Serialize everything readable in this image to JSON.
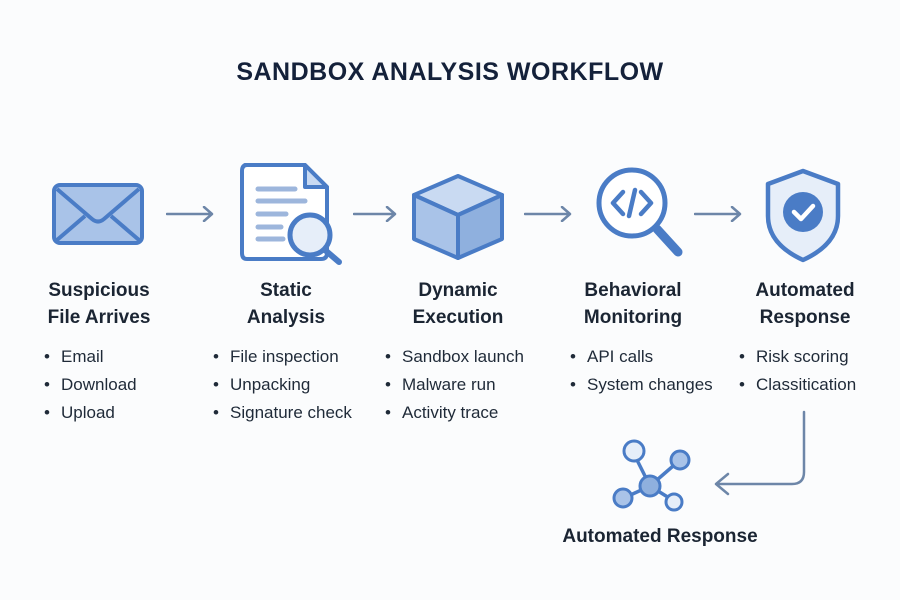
{
  "title": "SANDBOX ANALYSIS WORKFLOW",
  "colors": {
    "accent": "#4a7cc6",
    "fill_light": "#a9c3e8",
    "fill_pale": "#e6eef9",
    "arrow": "#6d86a8",
    "text": "#1b2533"
  },
  "stages": [
    {
      "icon": "envelope-icon",
      "title_line1": "Suspicious",
      "title_line2": "File Arrives",
      "bullets": [
        "Email",
        "Download",
        "Upload"
      ]
    },
    {
      "icon": "document-search-icon",
      "title_line1": "Static",
      "title_line2": "Analysis",
      "bullets": [
        "File inspection",
        "Unpacking",
        "Signature check"
      ]
    },
    {
      "icon": "cube-icon",
      "title_line1": "Dynamic",
      "title_line2": "Execution",
      "bullets": [
        "Sandbox launch",
        "Malware run",
        "Activity trace"
      ]
    },
    {
      "icon": "code-magnifier-icon",
      "title_line1": "Behavioral",
      "title_line2": "Monitoring",
      "bullets": [
        "API calls",
        "System changes"
      ]
    },
    {
      "icon": "shield-check-icon",
      "title_line1": "Automated",
      "title_line2": "Response",
      "bullets": [
        "Risk scoring",
        "Classitication"
      ]
    }
  ],
  "output": {
    "icon": "network-nodes-icon",
    "label": "Automated Response"
  }
}
